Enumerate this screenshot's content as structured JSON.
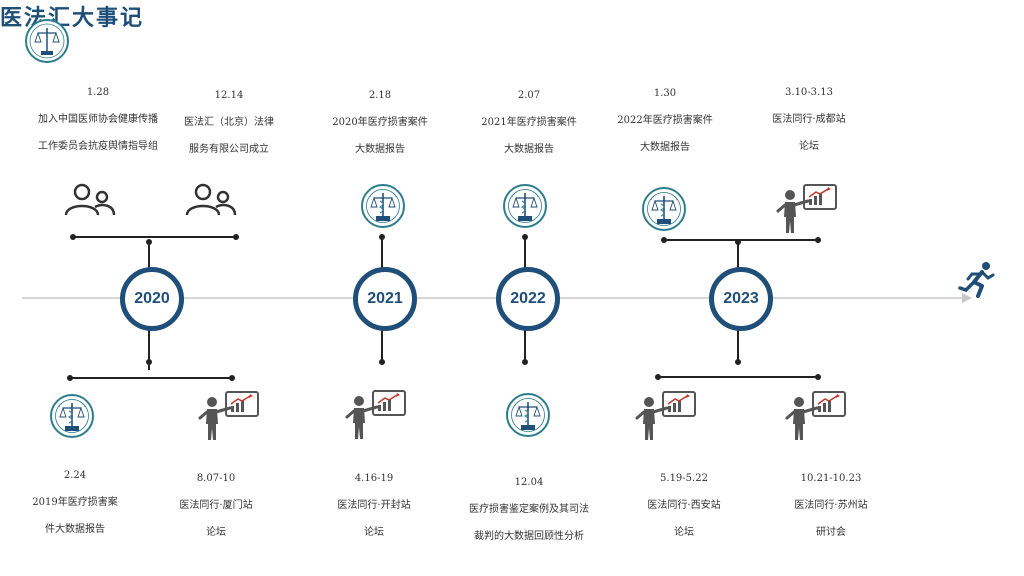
{
  "title": "医法汇大事记",
  "logo_text": "医法汇",
  "years": [
    "2020",
    "2021",
    "2022",
    "2023"
  ],
  "top_events": [
    {
      "date": "1.28",
      "line1": "加入中国医师协会健康传播",
      "line2": "工作委员会抗疫舆情指导组",
      "icon": "people-icon"
    },
    {
      "date": "12.14",
      "line1": "医法汇（北京）法律",
      "line2": "服务有限公司成立",
      "icon": "people-icon"
    },
    {
      "date": "2.18",
      "line1": "2020年医疗损害案件",
      "line2": "大数据报告",
      "icon": "logo-icon"
    },
    {
      "date": "2.07",
      "line1": "2021年医疗损害案件",
      "line2": "大数据报告",
      "icon": "logo-icon"
    },
    {
      "date": "1.30",
      "line1": "2022年医疗损害案件",
      "line2": "大数据报告",
      "icon": "logo-icon"
    },
    {
      "date": "3.10-3.13",
      "line1": "医法同行·成都站",
      "line2": "论坛",
      "icon": "presenter-icon"
    }
  ],
  "bottom_events": [
    {
      "date": "2.24",
      "line1": "2019年医疗损害案",
      "line2": "件大数据报告",
      "icon": "logo-icon"
    },
    {
      "date": "8.07-10",
      "line1": "医法同行·厦门站",
      "line2": "论坛",
      "icon": "presenter-icon"
    },
    {
      "date": "4.16-19",
      "line1": "医法同行·开封站",
      "line2": "论坛",
      "icon": "presenter-icon"
    },
    {
      "date": "12.04",
      "line1": "医疗损害鉴定案例及其司法",
      "line2": "裁判的大数据回顾性分析",
      "icon": "logo-icon"
    },
    {
      "date": "5.19-5.22",
      "line1": "医法同行·西安站",
      "line2": "论坛",
      "icon": "presenter-icon"
    },
    {
      "date": "10.21-10.23",
      "line1": "医法同行·苏州站",
      "line2": "研讨会",
      "icon": "presenter-icon"
    }
  ],
  "colors": {
    "navy": "#1f4e79",
    "line": "#c8c8c8",
    "teal": "#2e7d8c",
    "gray": "#555555"
  }
}
